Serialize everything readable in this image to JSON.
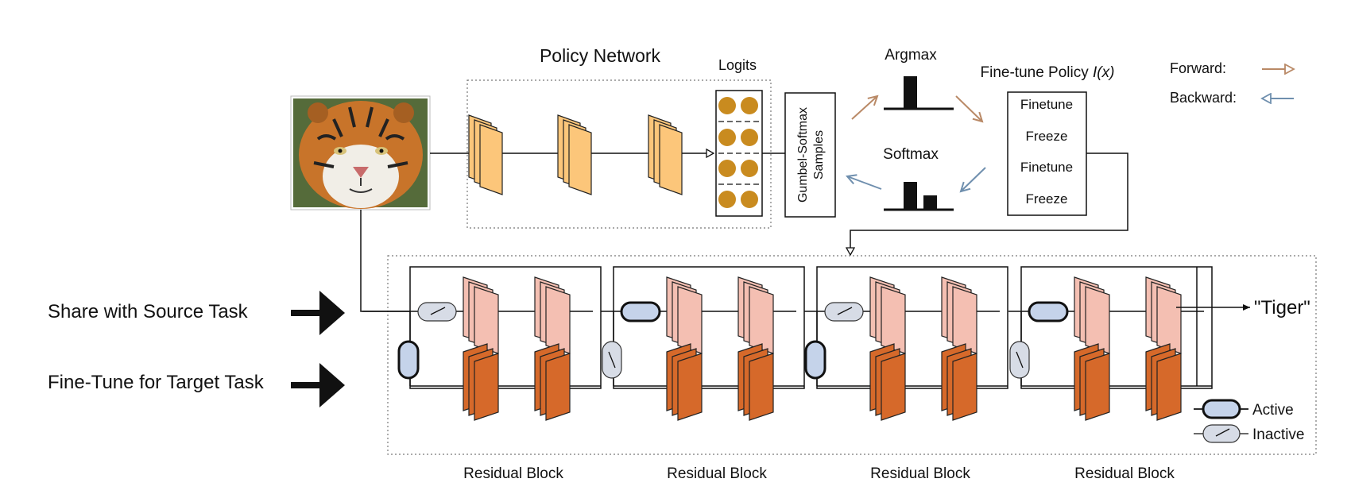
{
  "policy_network": {
    "title": "Policy Network",
    "logits_label": "Logits",
    "gumbel_label_1": "Gumbel-Softmax",
    "gumbel_label_2": "Samples"
  },
  "argmax_label": "Argmax",
  "softmax_label": "Softmax",
  "finetune_policy": {
    "title": "Fine-tune Policy ",
    "title_var": "I(x)",
    "items": [
      "Finetune",
      "Freeze",
      "Finetune",
      "Freeze"
    ]
  },
  "legend": {
    "forward": "Forward:",
    "backward": "Backward:",
    "active": "Active",
    "inactive": "Inactive"
  },
  "side_labels": {
    "share": "Share with Source Task",
    "finetune": "Fine-Tune for Target Task"
  },
  "output_label": "\"Tiger\"",
  "blocks": [
    {
      "label": "Residual Block",
      "state": "Inactive"
    },
    {
      "label": "Residual Block",
      "state": "Active"
    },
    {
      "label": "Residual Block",
      "state": "Inactive"
    },
    {
      "label": "Residual Block",
      "state": "Active"
    }
  ],
  "colors": {
    "encoder_layer": "#fcc67a",
    "source_layer": "#f4bfb2",
    "target_layer": "#d6692a",
    "logit_dot": "#c98b1f",
    "forward_arrow": "#b98966",
    "backward_arrow": "#6f8fae",
    "switch_fill": "#d7dce6",
    "active_fill": "#c5d3ea"
  }
}
